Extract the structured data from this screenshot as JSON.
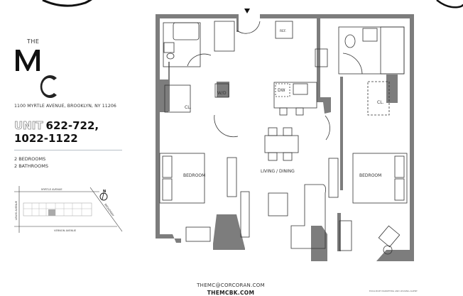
{
  "brand": {
    "the": "THE",
    "logo_letters": "MC"
  },
  "address": "1100 MYRTLE AVENUE, BROOKLYN, NY 11206",
  "unit": {
    "prefix": "UNIT",
    "numbers_line1": "622-722,",
    "numbers_line2": "1022-1122"
  },
  "specs": {
    "bedrooms": "2 BEDROOMS",
    "bathrooms": "2 BATHROOMS"
  },
  "site_map": {
    "streets": {
      "north": "MYRTLE AVENUE",
      "south": "VERNON AVENUE",
      "west": "LEWIS AVENUE",
      "east": "BROADWAY"
    },
    "compass": "N"
  },
  "floor_plan": {
    "rooms": {
      "ref": "REF.",
      "wd": "W/D",
      "dw": "DW",
      "closet_left": "CL.",
      "closet_right": "CL.",
      "bedroom_left": "BEDROOM",
      "bedroom_right": "BEDROOM",
      "living": "LIVING / DINING"
    },
    "wall_color": "#7d7d7d"
  },
  "footer": {
    "email": "THEMC@CORCORAN.COM",
    "website": "THEMCBK.COM",
    "agent": "EXCLUSIVE MARKETING AND LEASING AGENT"
  }
}
